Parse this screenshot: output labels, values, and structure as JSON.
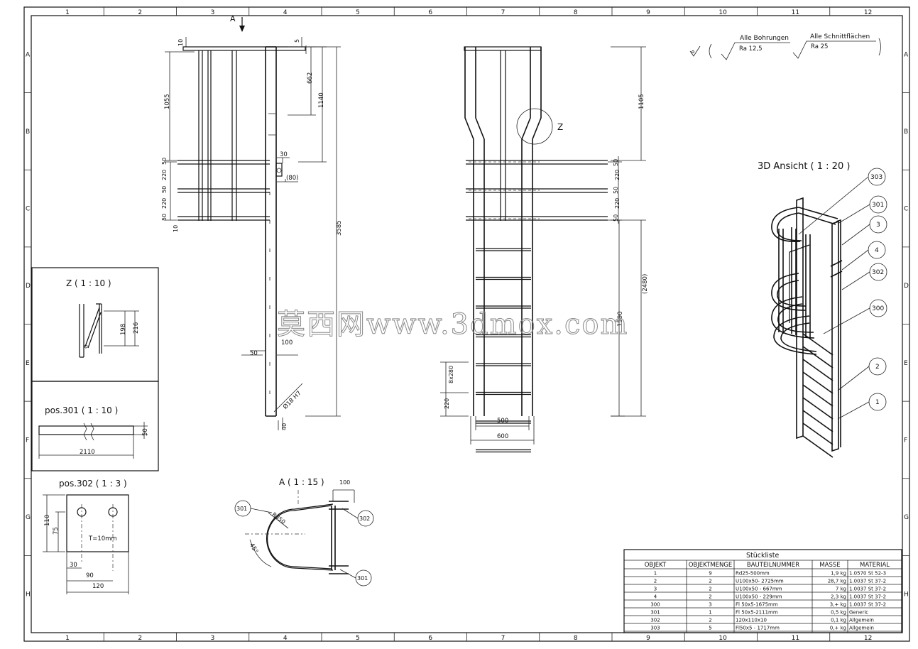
{
  "sheet": {
    "col_labels": [
      "1",
      "2",
      "3",
      "4",
      "5",
      "6",
      "7",
      "8",
      "9",
      "10",
      "11",
      "12"
    ],
    "row_labels": [
      "A",
      "B",
      "C",
      "D",
      "E",
      "F",
      "G",
      "H"
    ]
  },
  "surface": {
    "all_holes": "Alle Bohrungen",
    "all_holes_ra": "Ra 12,5",
    "all_cuts": "Alle Schnittflächen",
    "all_cuts_ra": "Ra 25"
  },
  "side_view": {
    "dims": [
      "10",
      "5",
      "1055",
      "662",
      "1140",
      "30",
      "(80)",
      "50",
      "220",
      "50",
      "220",
      "50",
      "10",
      "3585",
      "50",
      "100",
      "Ø18 H7",
      "40"
    ],
    "section_marker": "A"
  },
  "front_view": {
    "dims": [
      "1105",
      "50",
      "220",
      "50",
      "220",
      "50",
      "(2480)",
      "1590",
      "8x280",
      "220",
      "500",
      "600"
    ],
    "detail_marker": "Z"
  },
  "views": {
    "iso_title": "3D Ansicht ( 1 : 20 )",
    "detail_z_title": "Z ( 1 : 10 )",
    "detail_z_dims": [
      "198",
      "216"
    ],
    "pos301_title": "pos.301 ( 1 : 10 )",
    "pos301_dims": [
      "50",
      "2110"
    ],
    "pos302_title": "pos.302 ( 1 : 3 )",
    "pos302_dims": [
      "110",
      "75",
      "30",
      "90",
      "120"
    ],
    "pos302_note": "T=10mm",
    "section_a_title": "A ( 1 : 15 )",
    "section_a_dims": [
      "100",
      "R350",
      "45°"
    ],
    "balloons_iso": [
      "303",
      "301",
      "3",
      "4",
      "302",
      "300",
      "2",
      "1"
    ],
    "balloons_section": [
      "301",
      "302",
      "301"
    ]
  },
  "bom": {
    "title": "Stückliste",
    "headers": [
      "OBJEKT",
      "OBJEKTMENGE",
      "BAUTEILNUMMER",
      "MASSE",
      "MATERIAL"
    ],
    "rows": [
      [
        "1",
        "9",
        "Rd25-500mm",
        "1,9 kg",
        "1.0570 St 52-3"
      ],
      [
        "2",
        "2",
        "U100x50- 2725mm",
        "28,7 kg",
        "1.0037 St 37-2"
      ],
      [
        "3",
        "2",
        "U100x50 - 667mm",
        "7 kg",
        "1.0037 St 37-2"
      ],
      [
        "4",
        "2",
        "U100x50 - 229mm",
        "2,3 kg",
        "1.0037 St 37-2"
      ],
      [
        "300",
        "3",
        "Fl 50x5-1675mm",
        "3,+ kg",
        "1.0037 St 37-2"
      ],
      [
        "301",
        "1",
        "Fl 50x5-2111mm",
        "0,5 kg",
        "Generic"
      ],
      [
        "302",
        "2",
        "120x110x10",
        "0,1 kg",
        "Allgemein"
      ],
      [
        "303",
        "5",
        "Fl50x5 - 1717mm",
        "0,+ kg",
        "Allgemein"
      ]
    ]
  },
  "watermark": "莫西网www.3dmox.com"
}
